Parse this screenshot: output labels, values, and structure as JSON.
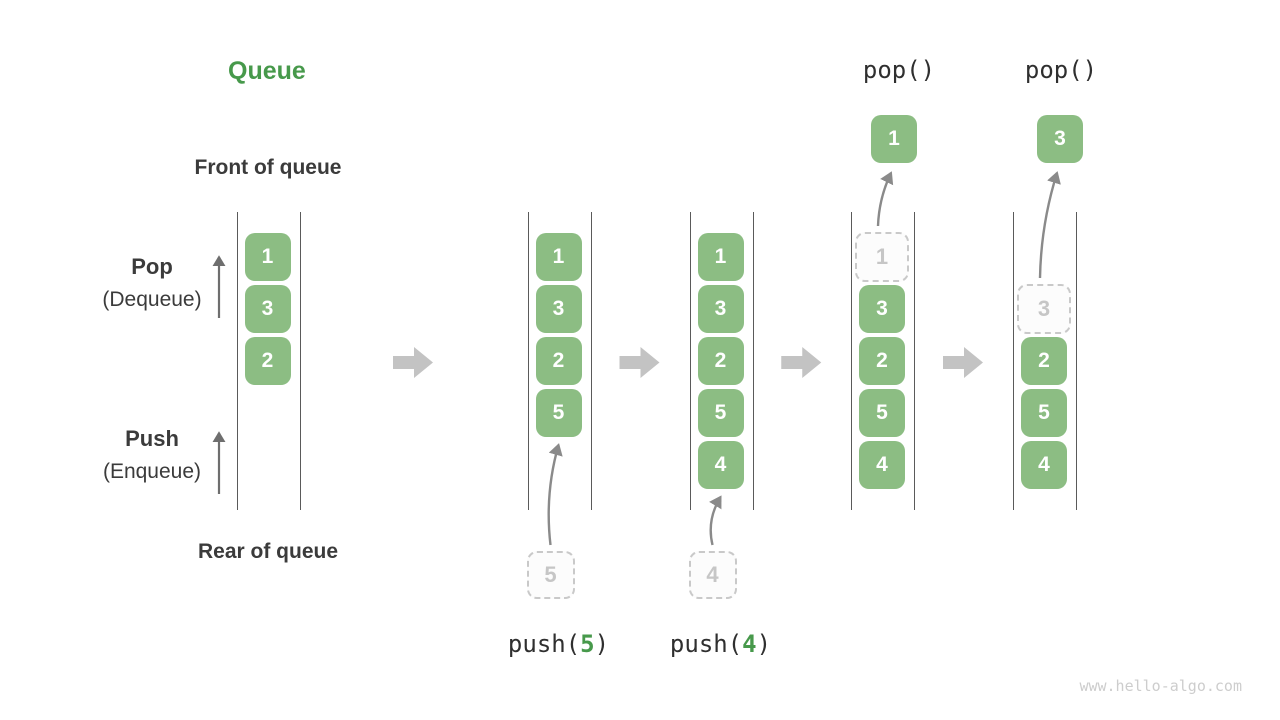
{
  "watermark": "www.hello-algo.com",
  "diagram": {
    "title": "Queue",
    "side_labels": {
      "front": "Front of queue",
      "rear": "Rear of queue",
      "pop": "Pop",
      "pop_sub": "(Dequeue)",
      "push": "Push",
      "push_sub": "(Enqueue)"
    },
    "colors": {
      "title_green": "#47994b",
      "cell_green": "#8cbd83",
      "cell_text": "#ffffff",
      "ghost_border": "#c9c9c9",
      "ghost_text": "#c6c6c6",
      "ghost_fill": "#fcfcfc",
      "rail": "#5a5a5a",
      "flow_arrow": "#c3c3c3",
      "op_arrow": "#8a8a8a",
      "dir_arrow": "#6e6e6e",
      "label_dark": "#3b3b3b",
      "code_text": "#2f2f2f",
      "watermark_gray": "#cdcdcd"
    },
    "states": [
      {
        "name": "initial",
        "cells": [
          {
            "row": 0,
            "value": "1",
            "ghost": false
          },
          {
            "row": 1,
            "value": "3",
            "ghost": false
          },
          {
            "row": 2,
            "value": "2",
            "ghost": false
          }
        ]
      },
      {
        "name": "after-push-5",
        "op": {
          "type": "push",
          "code_prefix": "push(",
          "arg": "5",
          "code_suffix": ")"
        },
        "staged_value": "5",
        "cells": [
          {
            "row": 0,
            "value": "1",
            "ghost": false
          },
          {
            "row": 1,
            "value": "3",
            "ghost": false
          },
          {
            "row": 2,
            "value": "2",
            "ghost": false
          },
          {
            "row": 3,
            "value": "5",
            "ghost": false
          }
        ]
      },
      {
        "name": "after-push-4",
        "op": {
          "type": "push",
          "code_prefix": "push(",
          "arg": "4",
          "code_suffix": ")"
        },
        "staged_value": "4",
        "cells": [
          {
            "row": 0,
            "value": "1",
            "ghost": false
          },
          {
            "row": 1,
            "value": "3",
            "ghost": false
          },
          {
            "row": 2,
            "value": "2",
            "ghost": false
          },
          {
            "row": 3,
            "value": "5",
            "ghost": false
          },
          {
            "row": 4,
            "value": "4",
            "ghost": false
          }
        ]
      },
      {
        "name": "after-pop-1",
        "op": {
          "type": "pop",
          "code": "pop()"
        },
        "popped_value": "1",
        "cells": [
          {
            "row": 0,
            "value": "1",
            "ghost": true
          },
          {
            "row": 1,
            "value": "3",
            "ghost": false
          },
          {
            "row": 2,
            "value": "2",
            "ghost": false
          },
          {
            "row": 3,
            "value": "5",
            "ghost": false
          },
          {
            "row": 4,
            "value": "4",
            "ghost": false
          }
        ]
      },
      {
        "name": "after-pop-3",
        "op": {
          "type": "pop",
          "code": "pop()"
        },
        "popped_value": "3",
        "cells": [
          {
            "row": 1,
            "value": "3",
            "ghost": true
          },
          {
            "row": 2,
            "value": "2",
            "ghost": false
          },
          {
            "row": 3,
            "value": "5",
            "ghost": false
          },
          {
            "row": 4,
            "value": "4",
            "ghost": false
          }
        ]
      }
    ]
  }
}
